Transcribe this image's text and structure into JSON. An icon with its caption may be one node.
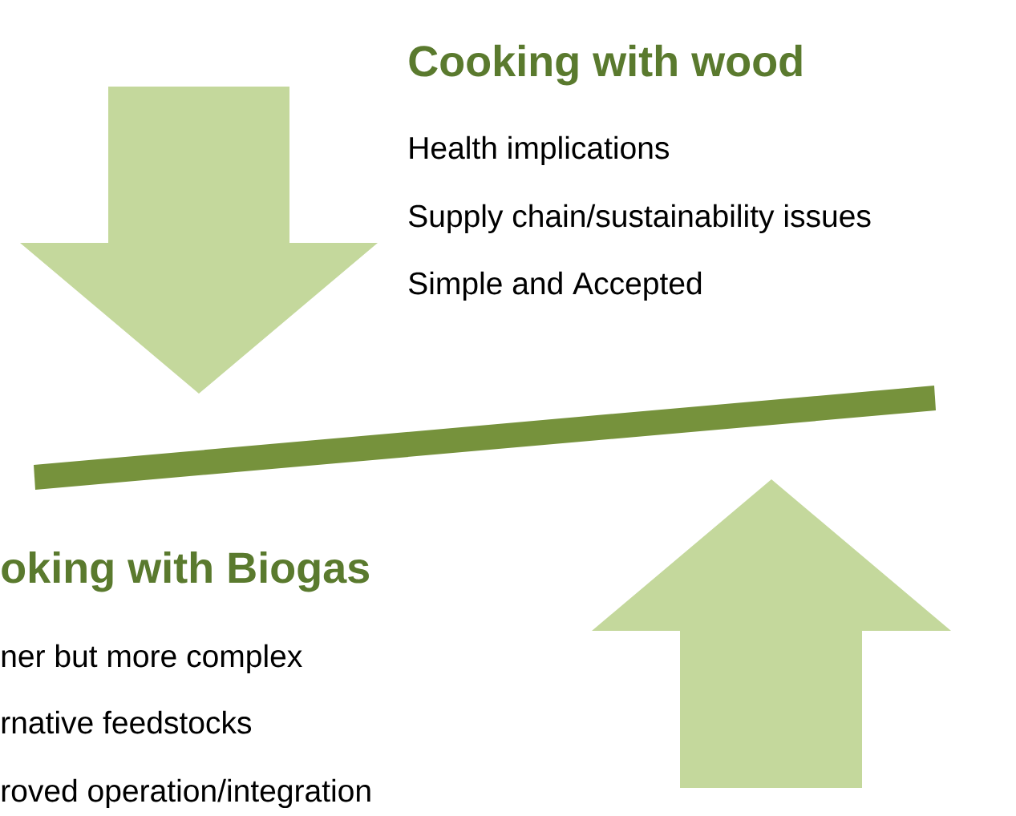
{
  "diagram": {
    "labels": [
      "Cooking with wood",
      "Health implications",
      "Supply chain/sustainability issues",
      "Simple and Accepted",
      "oking with Biogas",
      "ner but more complex",
      "rnative feedstocks",
      "roved operation/integration"
    ]
  }
}
